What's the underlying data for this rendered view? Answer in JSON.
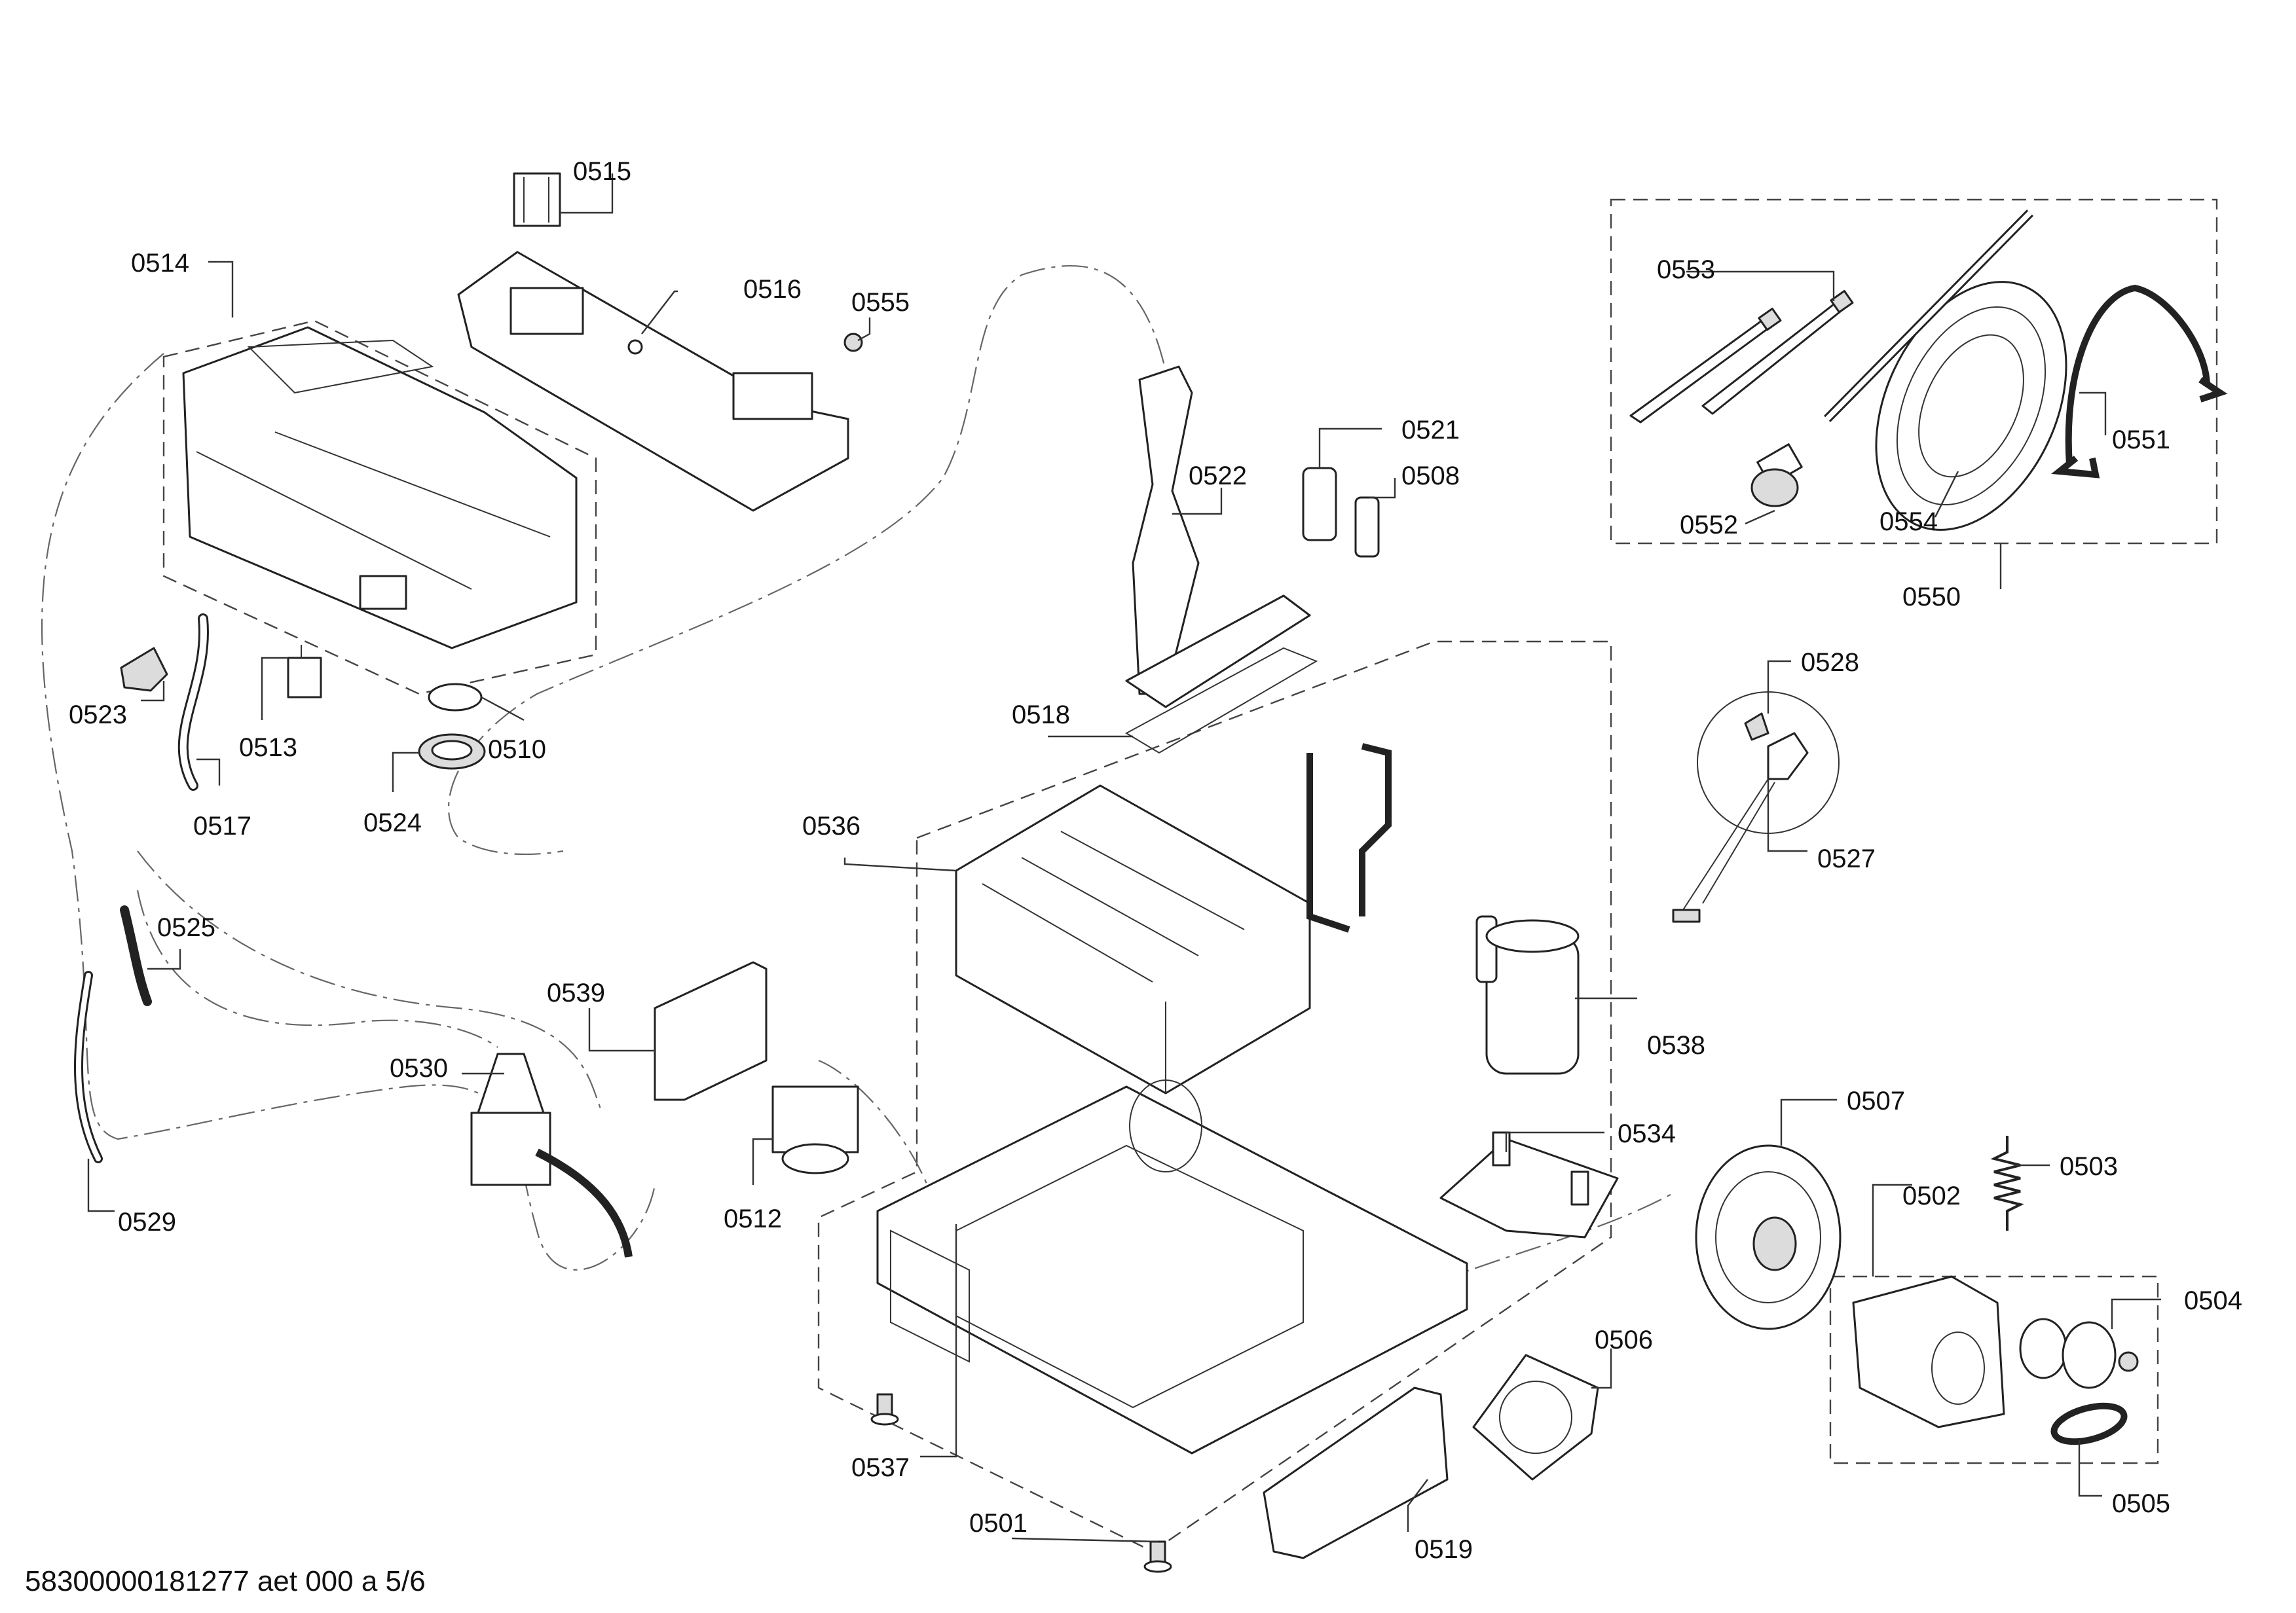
{
  "footer_code": "58300000181277 aet 000 a 5/6",
  "parts": {
    "p0501": "0501",
    "p0502": "0502",
    "p0503": "0503",
    "p0504": "0504",
    "p0505": "0505",
    "p0506": "0506",
    "p0507": "0507",
    "p0508": "0508",
    "p0510": "0510",
    "p0512": "0512",
    "p0513": "0513",
    "p0514": "0514",
    "p0515": "0515",
    "p0516": "0516",
    "p0517": "0517",
    "p0518": "0518",
    "p0519": "0519",
    "p0521": "0521",
    "p0522": "0522",
    "p0523": "0523",
    "p0524": "0524",
    "p0525": "0525",
    "p0527": "0527",
    "p0528": "0528",
    "p0529": "0529",
    "p0530": "0530",
    "p0534": "0534",
    "p0536": "0536",
    "p0537": "0537",
    "p0538": "0538",
    "p0539": "0539",
    "p0550": "0550",
    "p0551": "0551",
    "p0552": "0552",
    "p0553": "0553",
    "p0554": "0554",
    "p0555": "0555"
  }
}
